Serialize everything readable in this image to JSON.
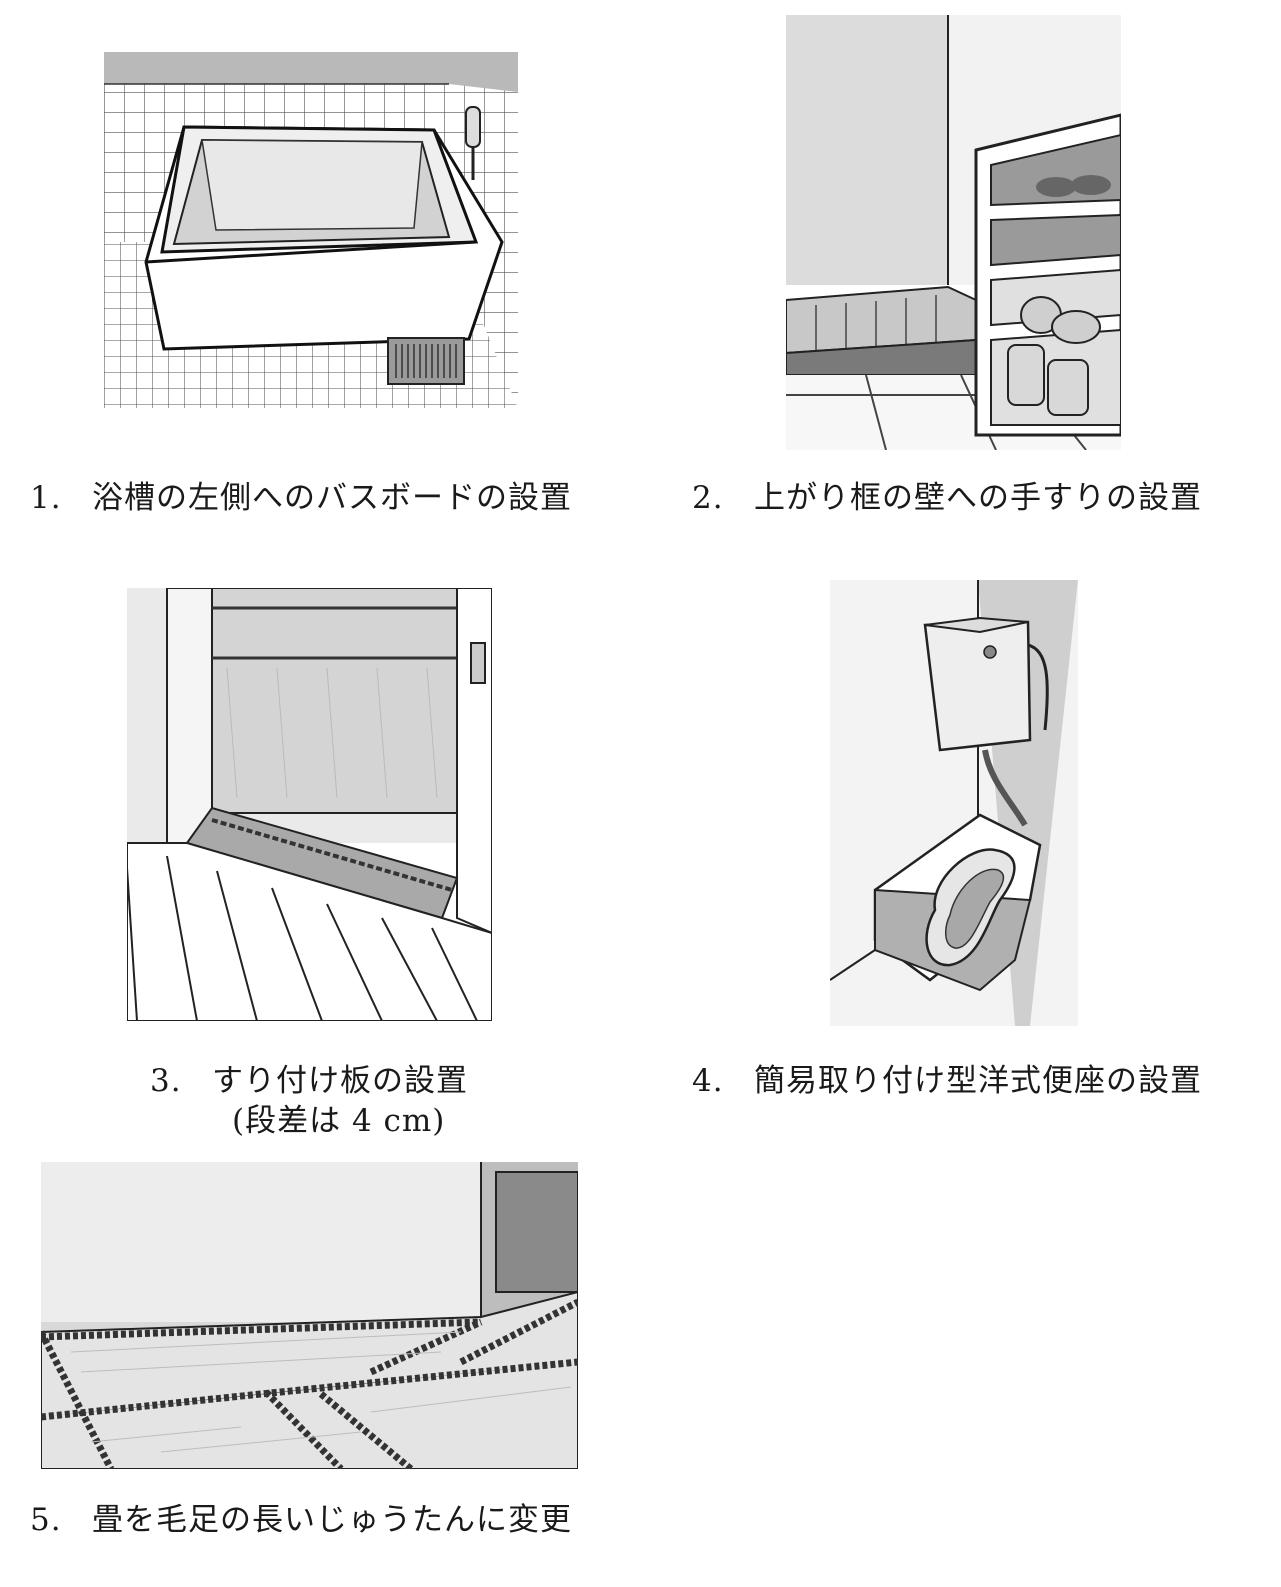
{
  "items": [
    {
      "number": "1.",
      "caption": "浴槽の左側へのバスボードの設置"
    },
    {
      "number": "2.",
      "caption": "上がり框の壁への手すりの設置"
    },
    {
      "number": "3.",
      "caption": "すり付け板の設置",
      "note": "(段差は 4 cm)"
    },
    {
      "number": "4.",
      "caption": "簡易取り付け型洋式便座の設置"
    },
    {
      "number": "5.",
      "caption": "畳を毛足の長いじゅうたんに変更"
    }
  ]
}
